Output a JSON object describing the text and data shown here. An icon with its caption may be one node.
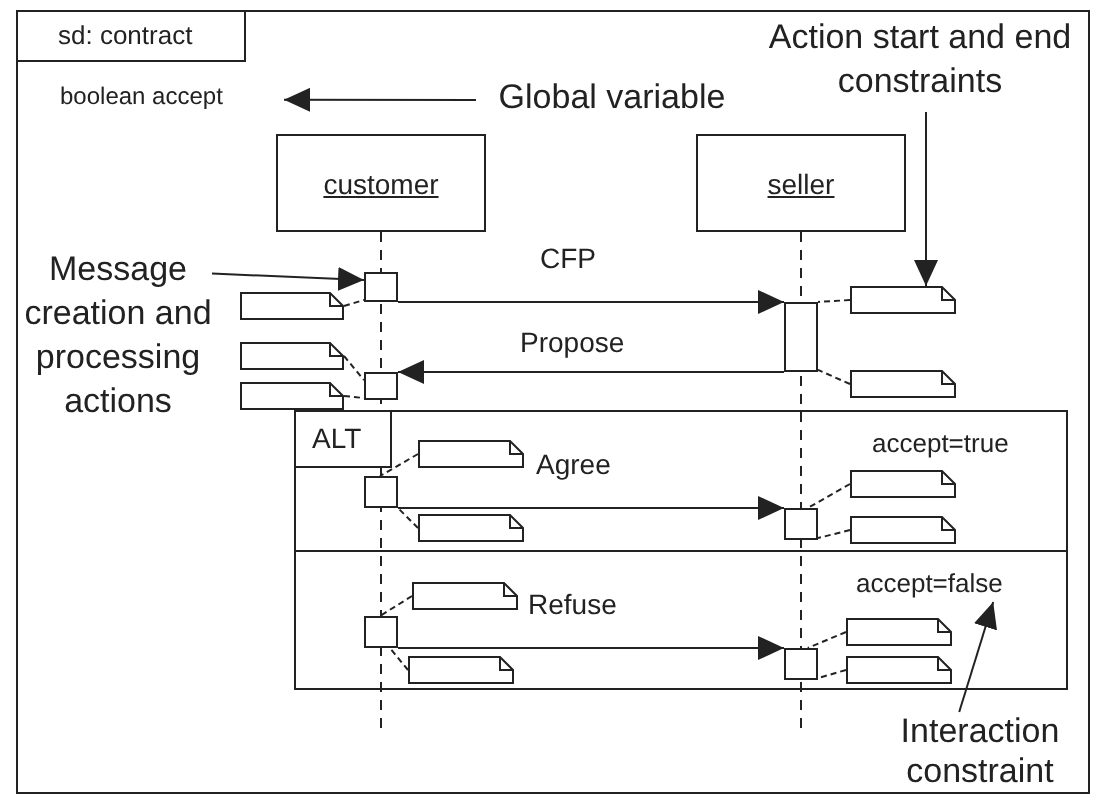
{
  "diagram": {
    "nodes": [
      {
        "text": [
          "sd: contract"
        ]
      },
      {
        "text": [
          "Action start and end constraints"
        ],
        "in": 0
      },
      {
        "text": [
          "boolean accept"
        ],
        "in": 0
      },
      {
        "text": [
          "Global variable"
        ],
        "in": 0
      },
      {
        "text": [
          "customer"
        ],
        "in": 0
      },
      {
        "text": [
          "seller"
        ],
        "in": 0
      },
      {
        "text": [
          "Message creation and processing actions"
        ],
        "in": 0
      },
      {
        "text": [],
        "shape": "box",
        "in": 0
      },
      {
        "text": [],
        "shape": "note",
        "in": 0
      },
      {
        "text": [],
        "shape": "note",
        "in": 0
      },
      {
        "text": [],
        "shape": "box",
        "in": 0
      },
      {
        "text": [],
        "shape": "note",
        "in": 0
      },
      {
        "text": [],
        "shape": "box",
        "in": 0
      },
      {
        "text": [],
        "shape": "note",
        "in": 0
      },
      {
        "text": [],
        "shape": "note",
        "in": 0
      },
      {
        "text": [
          "ALT"
        ],
        "in": 0
      },
      {
        "text": [
          "accept=true"
        ],
        "in": 15
      },
      {
        "text": [],
        "shape": "note",
        "in": 15
      },
      {
        "text": [],
        "shape": "box",
        "in": 15
      },
      {
        "text": [],
        "shape": "note",
        "in": 15
      },
      {
        "text": [],
        "shape": "box",
        "in": 15
      },
      {
        "text": [],
        "shape": "note",
        "in": 15
      },
      {
        "text": [],
        "shape": "note",
        "in": 15
      },
      {
        "text": [
          "accept=false"
        ],
        "in": 15
      },
      {
        "text": [],
        "shape": "note",
        "in": 15
      },
      {
        "text": [],
        "shape": "box",
        "in": 15
      },
      {
        "text": [],
        "shape": "note",
        "in": 15
      },
      {
        "text": [],
        "shape": "box",
        "in": 15
      },
      {
        "text": [],
        "shape": "note",
        "in": 15
      },
      {
        "text": [],
        "shape": "note",
        "in": 15
      },
      {
        "text": [
          "Interaction constraint"
        ],
        "in": 0
      }
    ],
    "edges": [
      {
        "from": 3,
        "to": 2,
        "arrow": "to"
      },
      {
        "from": 6,
        "to": 7,
        "arrow": "to"
      },
      {
        "from": 1,
        "to": 9,
        "arrow": "to"
      },
      {
        "from": 30,
        "to": 23,
        "arrow": "to"
      },
      {
        "from": 7,
        "to": 10,
        "arrow": "to",
        "label": "CFP"
      },
      {
        "from": 10,
        "to": 12,
        "arrow": "to",
        "label": "Propose"
      },
      {
        "from": 18,
        "to": 20,
        "arrow": "to",
        "label": "Agree"
      },
      {
        "from": 25,
        "to": 27,
        "arrow": "to",
        "label": "Refuse"
      },
      {
        "from": 8,
        "to": 7,
        "arrow": "none",
        "style": "dashed"
      },
      {
        "from": 9,
        "to": 10,
        "arrow": "none",
        "style": "dashed"
      },
      {
        "from": 11,
        "to": 12,
        "arrow": "none",
        "style": "dashed"
      },
      {
        "from": 14,
        "to": 12,
        "arrow": "none",
        "style": "dashed"
      },
      {
        "from": 13,
        "to": 10,
        "arrow": "none",
        "style": "dashed"
      },
      {
        "from": 17,
        "to": 18,
        "arrow": "none",
        "style": "dashed"
      },
      {
        "from": 21,
        "to": 18,
        "arrow": "none",
        "style": "dashed"
      },
      {
        "from": 19,
        "to": 20,
        "arrow": "none",
        "style": "dashed"
      },
      {
        "from": 22,
        "to": 20,
        "arrow": "none",
        "style": "dashed"
      },
      {
        "from": 24,
        "to": 25,
        "arrow": "none",
        "style": "dashed"
      },
      {
        "from": 28,
        "to": 25,
        "arrow": "none",
        "style": "dashed"
      },
      {
        "from": 26,
        "to": 27,
        "arrow": "none",
        "style": "dashed"
      },
      {
        "from": 29,
        "to": 27,
        "arrow": "none",
        "style": "dashed"
      },
      {
        "from": 4,
        "to": null,
        "arrow": "none",
        "style": "dashed"
      },
      {
        "from": 5,
        "to": null,
        "arrow": "none",
        "style": "dashed"
      }
    ]
  }
}
